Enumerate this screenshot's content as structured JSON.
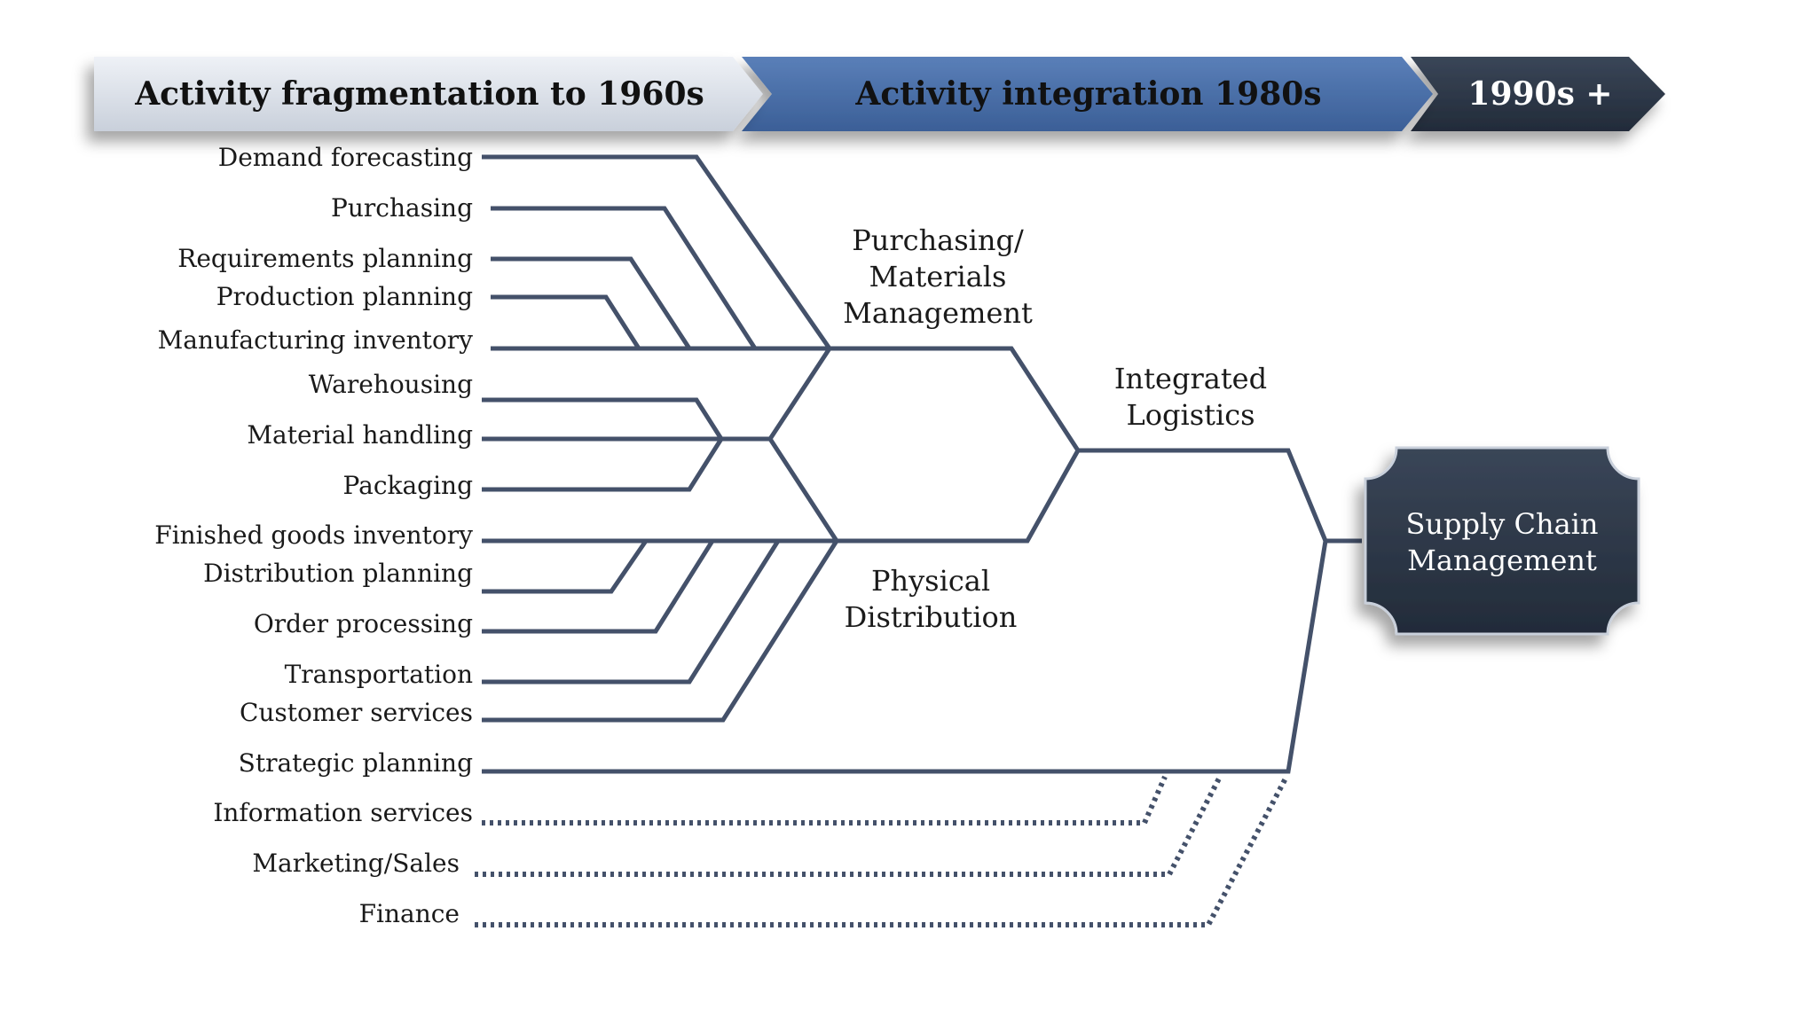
{
  "timeline": [
    {
      "label": "Activity fragmentation to 1960s"
    },
    {
      "label": "Activity integration 1980s"
    },
    {
      "label": "1990s +"
    }
  ],
  "activities": [
    "Demand forecasting",
    "Purchasing",
    "Requirements planning",
    "Production planning",
    "Manufacturing inventory",
    "Warehousing",
    "Material handling",
    "Packaging",
    "Finished goods inventory",
    "Distribution planning",
    "Order processing",
    "Transportation",
    "Customer services",
    "Strategic planning",
    "Information services",
    "Marketing/Sales",
    "Finance"
  ],
  "groups": {
    "purchasing_materials": [
      "Purchasing/",
      "Materials",
      "Management"
    ],
    "physical_distribution": [
      "Physical",
      "Distribution"
    ],
    "integrated_logistics": [
      "Integrated",
      "Logistics"
    ]
  },
  "final": [
    "Supply Chain",
    "Management"
  ]
}
